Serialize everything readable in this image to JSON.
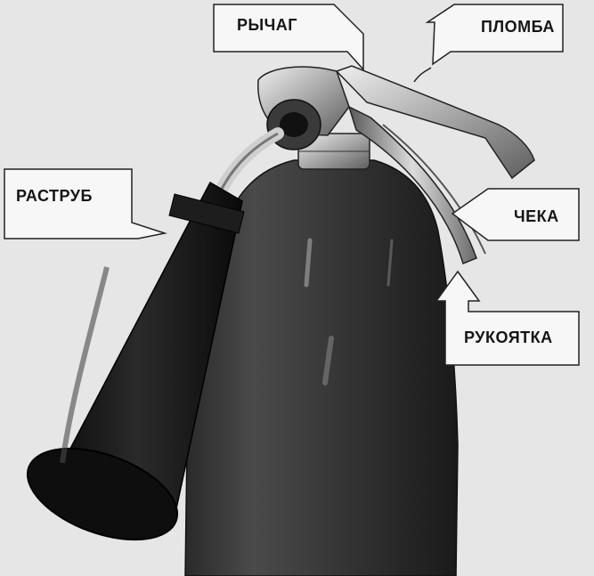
{
  "labels": {
    "lever": "РЫЧАГ",
    "seal": "ПЛОМБА",
    "horn": "РАСТРУБ",
    "pin": "ЧЕКА",
    "handle": "РУКОЯТКА"
  },
  "colors": {
    "background": "#e6e6e6",
    "cylinder": "#3a3a3a",
    "horn": "#161616",
    "metal": "#b8b8b8",
    "callout_fill": "#f7f7f7",
    "callout_stroke": "#222222"
  }
}
